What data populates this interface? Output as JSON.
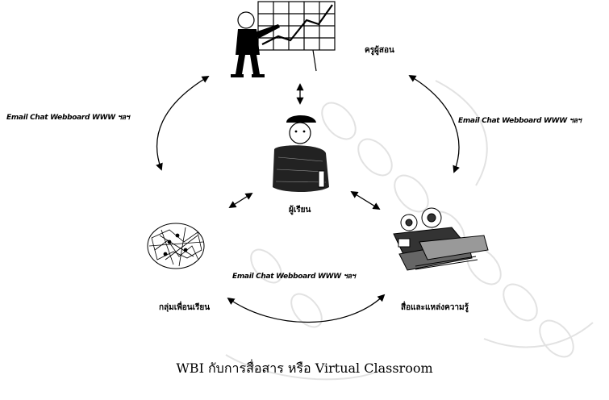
{
  "nodes": {
    "teacher": "ครูผู้สอน",
    "learner": "ผู้เรียน",
    "peers": "กลุ่มเพื่อนเรียน",
    "resources": "สื่อและแหล่งความรู้"
  },
  "connections": {
    "left": "Email Chat Webboard WWW ฯลฯ",
    "right": "Email Chat Webboard WWW ฯลฯ",
    "bottom": "Email Chat Webboard WWW ฯลฯ"
  },
  "caption": "WBI กับการสื่อสาร หรือ Virtual Classroom",
  "watermark_color": "#e2e2e2",
  "icons": [
    "teacher-presenting-chart-icon",
    "student-icon",
    "brain-network-icon",
    "media-equipment-icon"
  ]
}
